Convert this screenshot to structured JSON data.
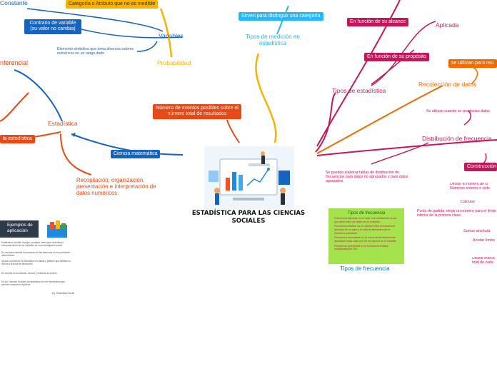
{
  "center": {
    "title": "ESTADÍSTICA PARA LAS CIENCIAS SOCIALES"
  },
  "left": {
    "constante": "Constante",
    "categoria_box": "Categoría o Atributo que no es medible",
    "variables": "Variables",
    "contrario_box": "Contrario de variable (su valor no cambia)",
    "elemento_text": "Elemento simbólico que toma diversos valores numéricos en un rango dado",
    "probabilidad": "Probabilidad",
    "inferencial": "nferencial",
    "numero_box": "Número de eventos posibles sobre el número total de resultados",
    "estadistica": "Estadística",
    "la_estadistica_box": "la estadística",
    "ciencia_box": "Ciencia matemática",
    "recopilacion": "Recopilación, organización, presentación e interpretación de datos numéricos."
  },
  "top": {
    "sirven_box": "Sirven para distinguir una categoría",
    "tipos_medicion": "Tipos de medición en estadística"
  },
  "right": {
    "funcion_alcance_box": "En función de su alcance",
    "aplicada": "Aplicada",
    "funcion_proposito_box": "En función de su propósito",
    "tipos_estadistica": "Tipos de estadística",
    "se_utilizan_box": "se utilizan para reu",
    "recoleccion": "Recolección de datos",
    "se_utilizan_cuando": "Se utilizan cuando se recolectan datos",
    "distribucion": "Distribución de frecuencia",
    "se_pueden": "Se pueden elaborar tablas de distribución de frecuencias para datos no agrupados y para datos agrupados",
    "construccion_box": "Construcción",
    "decidir": "Decidir el número de cl Números enteros o redo",
    "calcular": "Calcular",
    "punto_partida": "Punto de partida: elegir un número para el límite inferior de la primera clase",
    "sumar": "Sumar anchura",
    "anotar": "Anotar límite",
    "utilizar": "Utilizar marca total de cada",
    "tipos_frecuencia": "Tipos de frecuencia"
  },
  "card": {
    "title": "Tipos de frecuencia",
    "lines": [
      "Frecuencia absoluta: es el valor o la cantidad de veces que dicho valor se repite en un conjunto",
      "Frecuencia relativa: es el cociente entre la frecuencia absoluta de un valor y el total de elementos de la muestra o población",
      "Frecuencia acumulada: es la suma de las frecuencias absolutas hasta cada uno de los valores de la variable",
      "Frecuencia porcentual: es la frecuencia relativa multiplicada por 100"
    ]
  },
  "document": {
    "banner": "Ejemplos de aplicación",
    "paragraphs": [
      "Estadística: permite recoger y analizar datos para describir el comportamiento de las variables de una investigación social.",
      "Se usa para estudiar los patrones de las personas en una población determinada.",
      "Ayuda a presentar los resultados en tablas y gráficos que facilitan su lectura y la toma de decisiones.",
      "Se emplea en encuestas, censos y estudios de opinión.",
      "En las Ciencias Sociales la estadística es una herramienta que permite comprobar hipótesis."
    ],
    "footer": "Ing. Estadística Social"
  },
  "colors": {
    "blue": "#1565c0",
    "orange": "#ef6c00",
    "yellow": "#f4b400",
    "red_orange": "#e64a19",
    "magenta": "#c2185b",
    "sky": "#29b6f6",
    "green_card": "#a4e34c"
  }
}
